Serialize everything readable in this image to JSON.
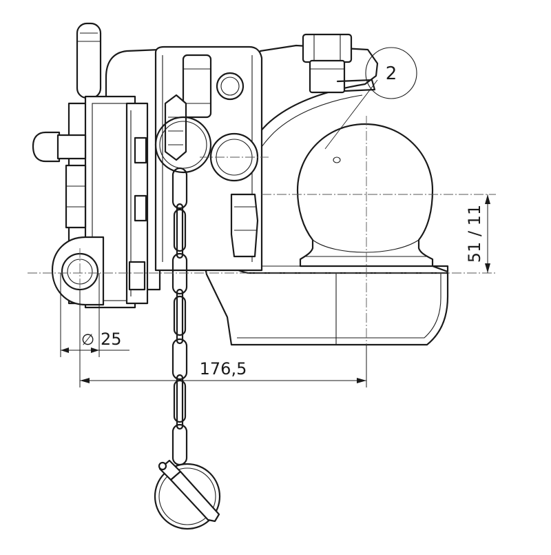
{
  "drawing": {
    "callout_label": "2",
    "dimensions": {
      "diameter_symbol": "∅",
      "diameter_value": "25",
      "width_value": "176,5",
      "height_value": "51 / 11"
    }
  }
}
